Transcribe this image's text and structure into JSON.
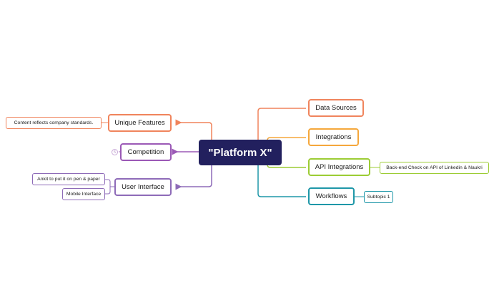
{
  "central": {
    "label": "\"Platform X\"",
    "color": "#22205e"
  },
  "left": {
    "unique_features": {
      "label": "Unique Features",
      "color": "#f0845c",
      "note": "Content reflects company standards."
    },
    "competition": {
      "label": "Competition",
      "color": "#9b59b6",
      "badge": "5"
    },
    "user_interface": {
      "label": "User Interface",
      "color": "#8e6bb8",
      "notes": [
        "Ankit to put it on pen & paper",
        "Mobile Interface"
      ]
    }
  },
  "right": {
    "data_sources": {
      "label": "Data Sources",
      "color": "#f0845c"
    },
    "integrations": {
      "label": "Integrations",
      "color": "#f5a73b"
    },
    "api_integrations": {
      "label": "API Integrations",
      "color": "#9ccc34",
      "note": "Back-end Check on API of Linkedin & Naukri"
    },
    "workflows": {
      "label": "Workflows",
      "color": "#1e97a8",
      "note": "Subtopic 1"
    }
  },
  "icons": {
    "arrow": "arrow-left-icon"
  }
}
